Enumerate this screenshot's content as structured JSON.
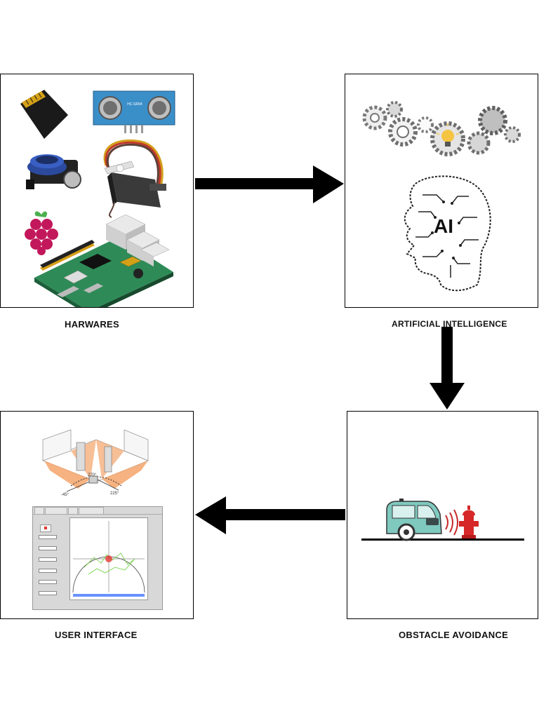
{
  "panels": {
    "hardware": {
      "caption": "HARWARES",
      "sensor_text": "HC-SR04"
    },
    "ai": {
      "caption": "ARTIFICIAL INTELLIGENCE",
      "head_text": "AI"
    },
    "obstacle": {
      "caption": "OBSTACLE AVOIDANCE"
    },
    "ui": {
      "caption": "USER INTERFACE",
      "angle_left": "-45°",
      "angle_mid": "270°",
      "angle_right": "225°"
    }
  },
  "colors": {
    "arrow": "#000000",
    "border": "#000000",
    "board": "#2e8b57",
    "hydrant": "#d62828",
    "car": "#7fc9bf",
    "laser_fan": "#f4a46a",
    "lidar_blue": "#2b4a9e",
    "raspberry": "#c2185b"
  },
  "icons": [
    "sd-card-icon",
    "ultrasonic-sensor-icon",
    "lidar-icon",
    "servo-motor-icon",
    "raspberry-pi-logo-icon",
    "raspberry-pi-board-icon",
    "gears-icon",
    "lightbulb-icon",
    "ai-head-icon",
    "car-icon",
    "sound-wave-icon",
    "fire-hydrant-icon"
  ]
}
